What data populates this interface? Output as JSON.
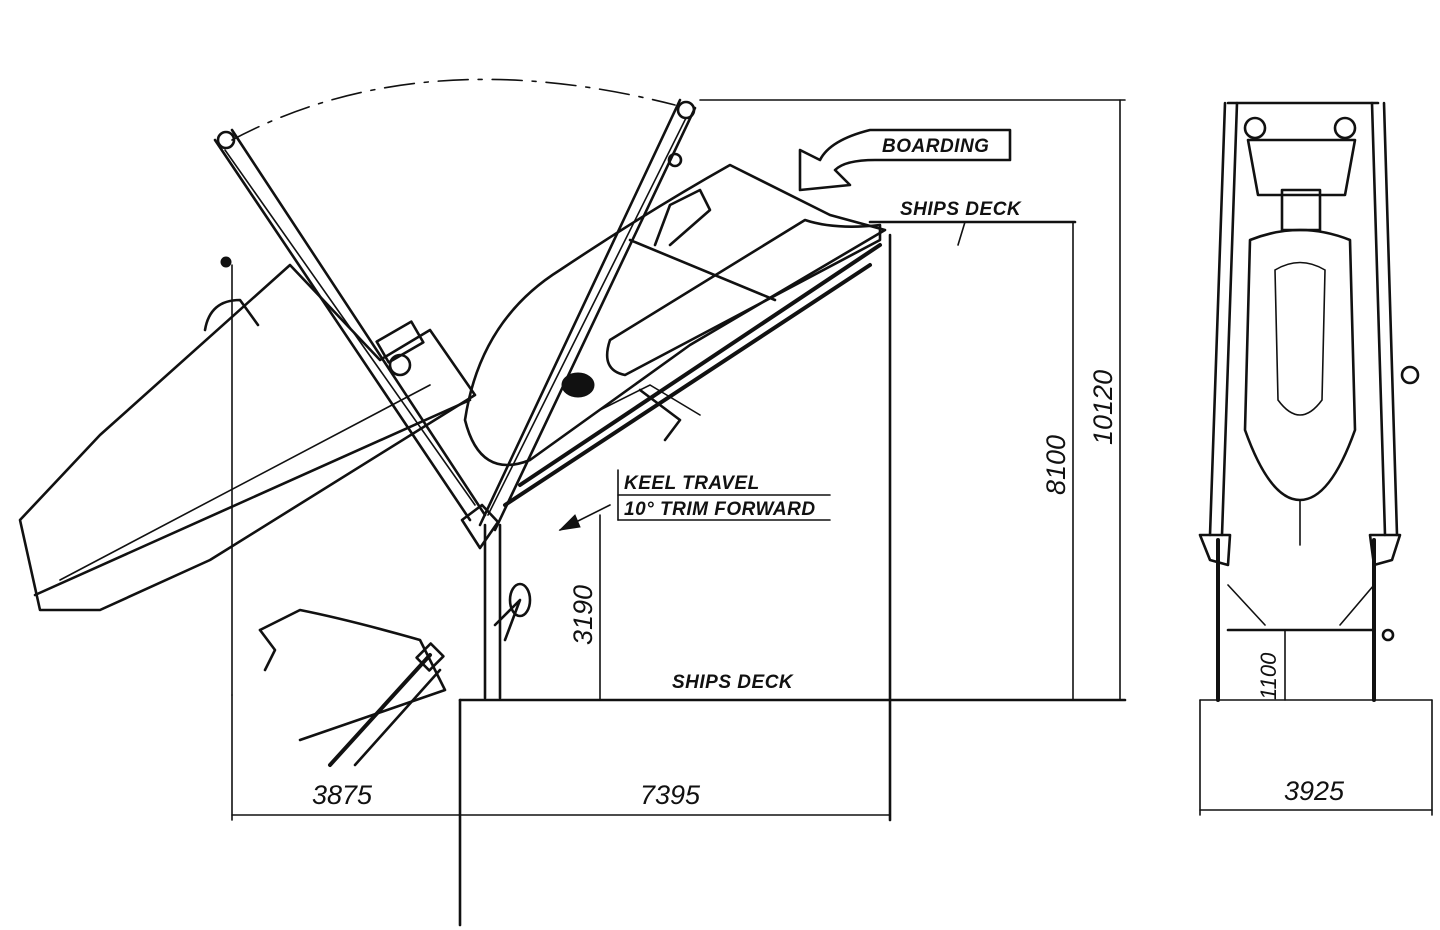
{
  "labels": {
    "boarding": "BOARDING",
    "ships_deck_upper": "SHIPS DECK",
    "ships_deck_lower": "SHIPS DECK",
    "keel_travel": "KEEL TRAVEL",
    "trim_forward": "10° TRIM FORWARD"
  },
  "dimensions": {
    "outreach": "3875",
    "deck_length": "7395",
    "total_height": "10120",
    "upper_deck_height": "8100",
    "keel_height": "3190",
    "end_view_width": "3925",
    "end_view_height": "1100"
  }
}
